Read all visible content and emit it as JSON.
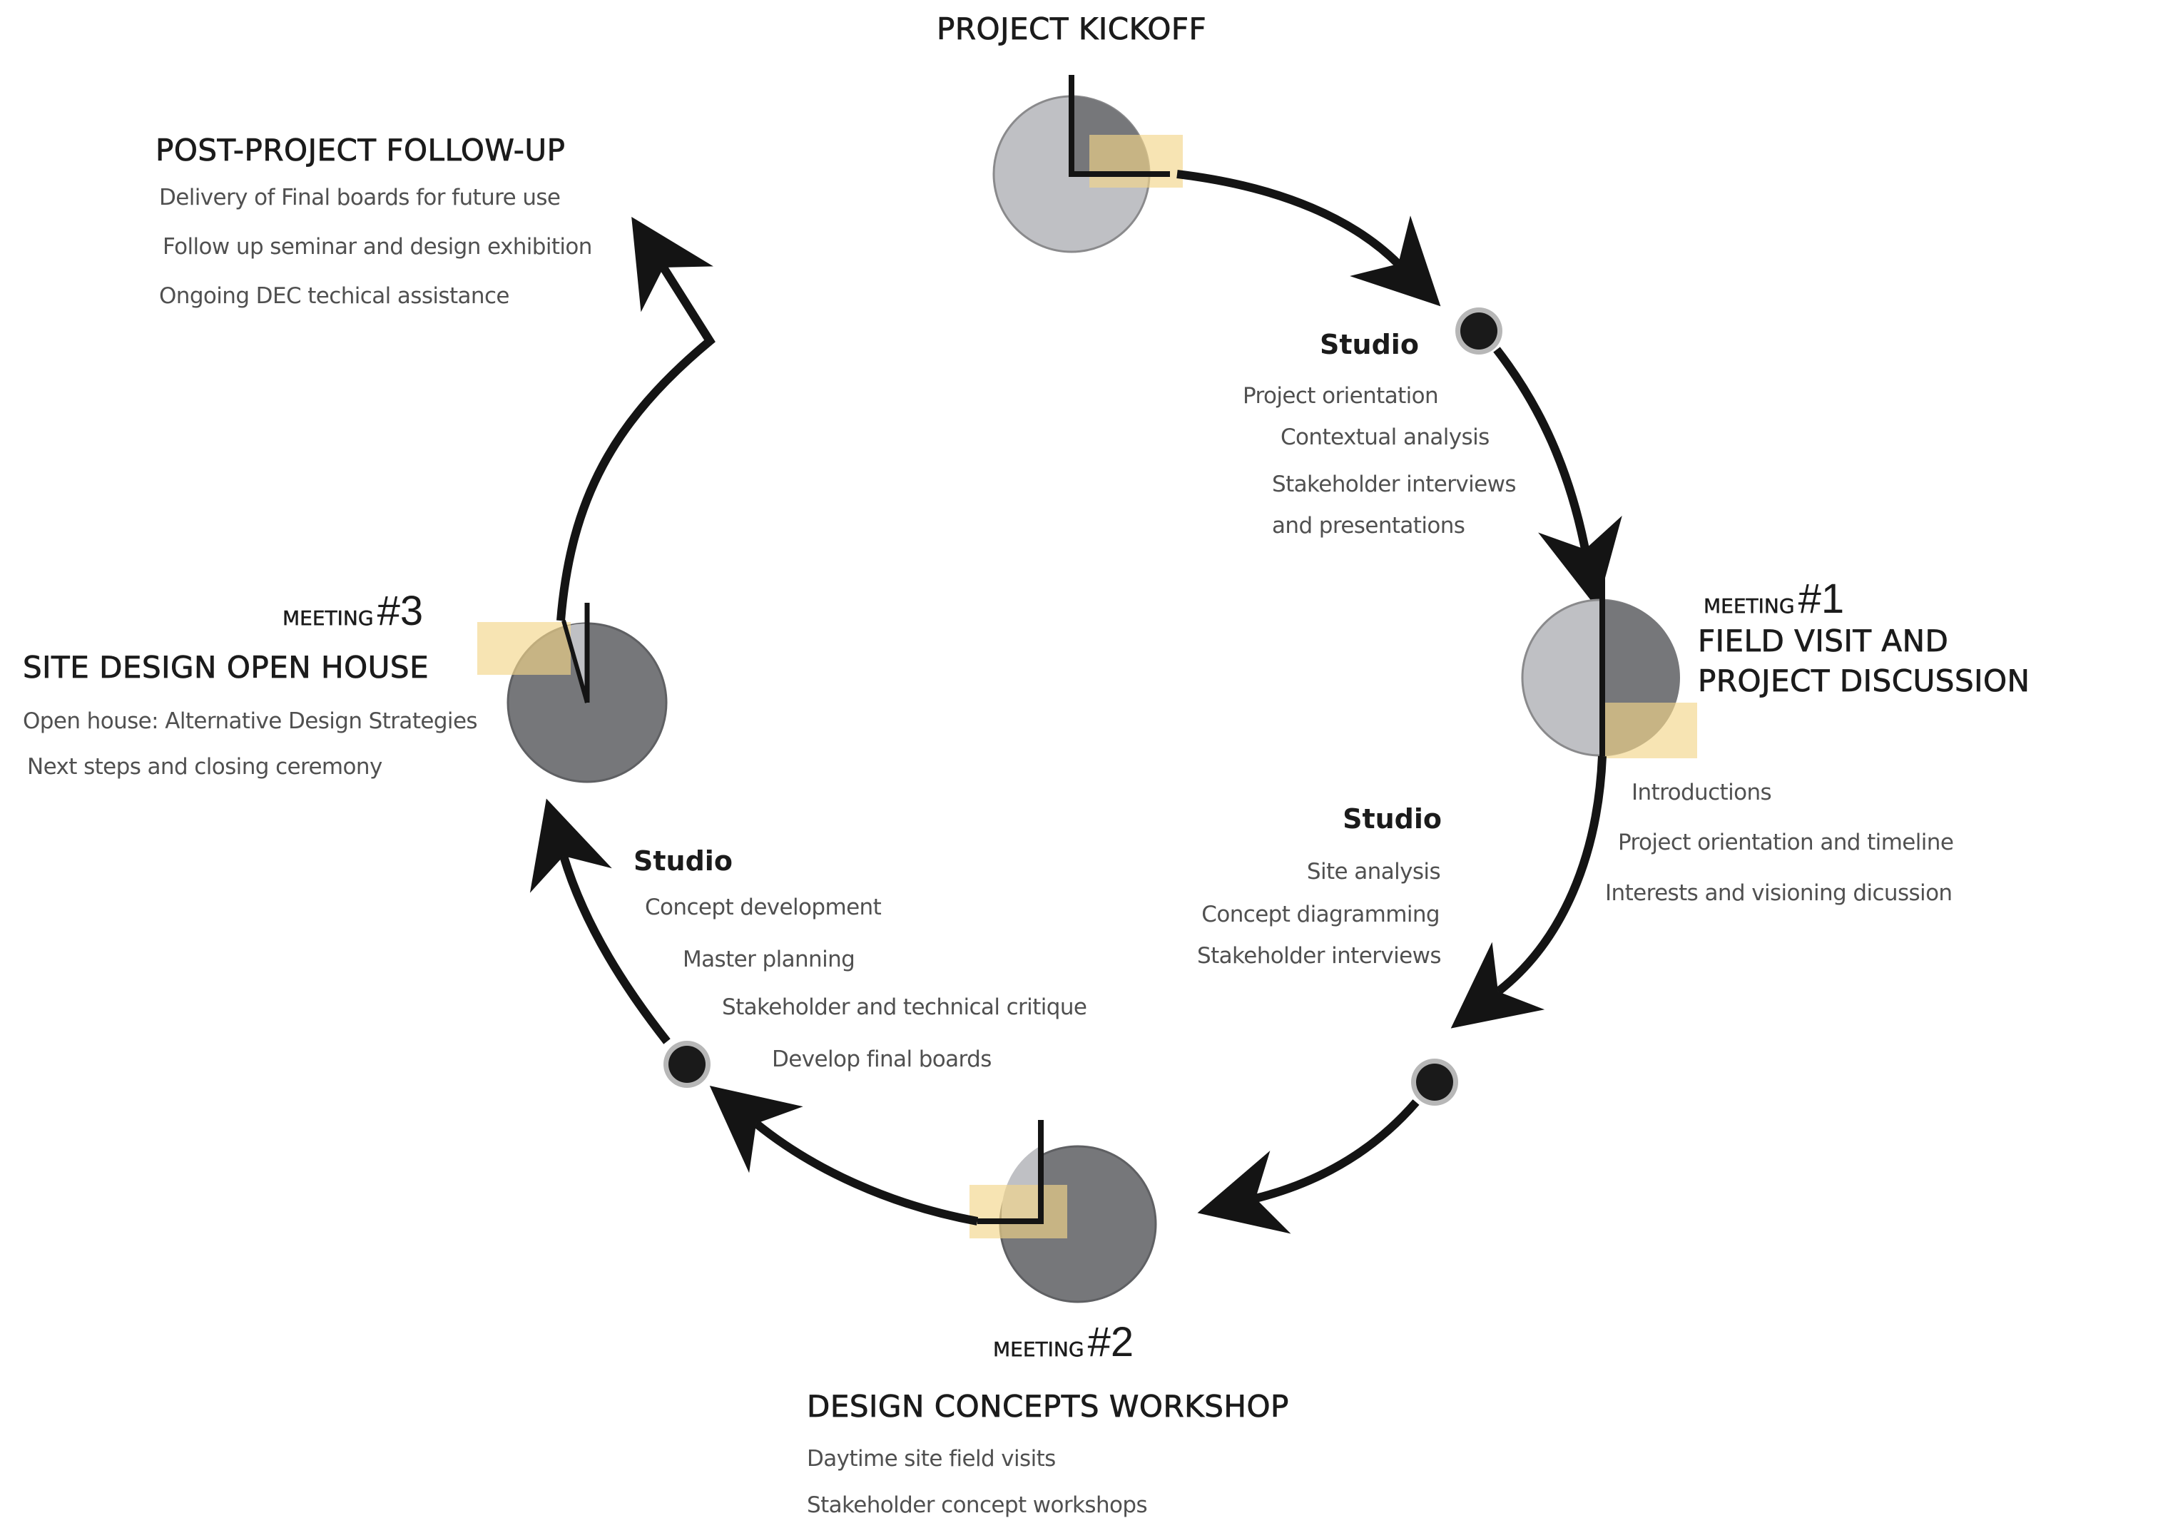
{
  "diagram": {
    "type": "cyclical process diagram",
    "colors": {
      "arrow": "#141414",
      "pie_light": "#bfc0c4",
      "pie_dark": "#76777a",
      "pie_outline": "#8a8a8c",
      "highlight": "#f3d58a",
      "dot": "#1a1a1a",
      "dot_ring": "#b0b0b0"
    },
    "kickoff": {
      "title": "PROJECT KICKOFF",
      "pie_fraction_dark": 0.25
    },
    "studio_1": {
      "title": "Studio",
      "items": [
        "Project orientation",
        "Contextual analysis",
        "Stakeholder interviews",
        "and presentations"
      ]
    },
    "meeting_1": {
      "label": "MEETING",
      "number": "#1",
      "title_line1": "FIELD VISIT AND",
      "title_line2": "PROJECT DISCUSSION",
      "items": [
        "Introductions",
        "Project orientation and timeline",
        "Interests and visioning dicussion"
      ],
      "pie_fraction_dark": 0.5
    },
    "studio_2": {
      "title": "Studio",
      "items": [
        "Site analysis",
        "Concept diagramming",
        "Stakeholder interviews"
      ]
    },
    "meeting_2": {
      "label": "MEETING",
      "number": "#2",
      "title": "DESIGN CONCEPTS WORKSHOP",
      "items": [
        "Daytime site field visits",
        "Stakeholder concept workshops"
      ],
      "pie_fraction_dark": 0.75
    },
    "studio_3": {
      "title": "Studio",
      "items": [
        "Concept development",
        "Master planning",
        "Stakeholder and technical critique",
        "Develop final boards"
      ]
    },
    "meeting_3": {
      "label": "MEETING",
      "number": "#3",
      "title": "SITE DESIGN OPEN HOUSE",
      "items": [
        "Open house: Alternative Design Strategies",
        "Next steps and closing ceremony"
      ],
      "pie_fraction_dark": 0.95
    },
    "follow_up": {
      "title": "POST-PROJECT FOLLOW-UP",
      "items": [
        "Delivery of Final boards for future use",
        "Follow up seminar and design exhibition",
        "Ongoing DEC techical assistance"
      ]
    }
  }
}
